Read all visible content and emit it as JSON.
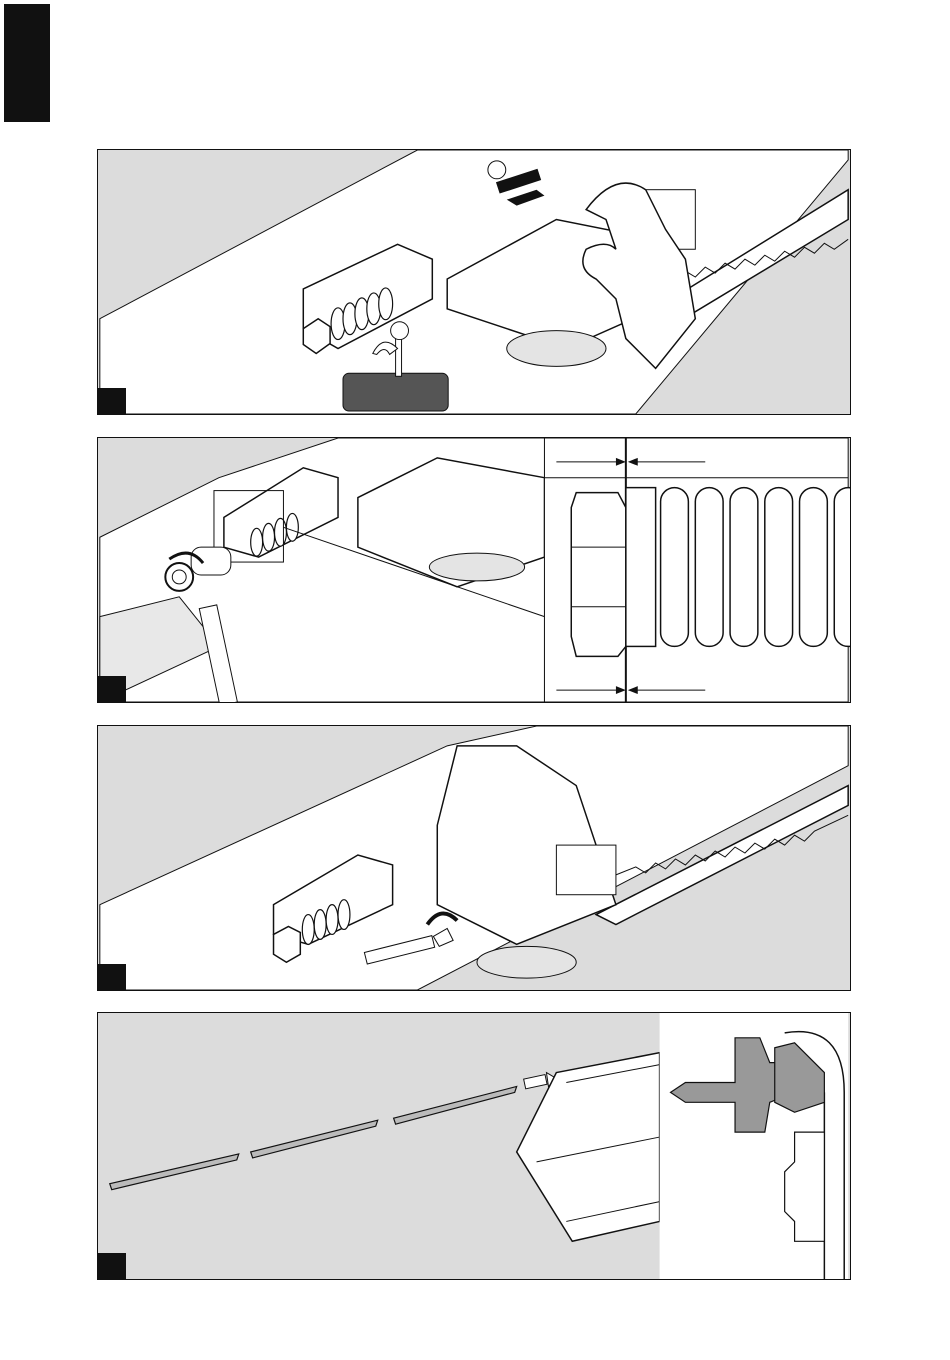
{
  "page": {
    "edge_tab_color": "#111111",
    "panel_background": "#dcdcdc",
    "line_color": "#111111"
  },
  "panels": [
    {
      "id": "panel-1",
      "step_label": "",
      "description_icons": [
        "hand-icon",
        "hammer-icon",
        "arrow-icon"
      ]
    },
    {
      "id": "panel-2",
      "step_label": "",
      "description_icons": [
        "wrench-icon",
        "rotate-arrow-icon",
        "spring-detail"
      ]
    },
    {
      "id": "panel-3",
      "step_label": "",
      "description_icons": [
        "allen-key-icon",
        "rotate-arrow-icon"
      ]
    },
    {
      "id": "panel-4",
      "step_label": "",
      "description_icons": [
        "profile-strip",
        "insert-arrow-icon",
        "cross-section"
      ]
    }
  ]
}
